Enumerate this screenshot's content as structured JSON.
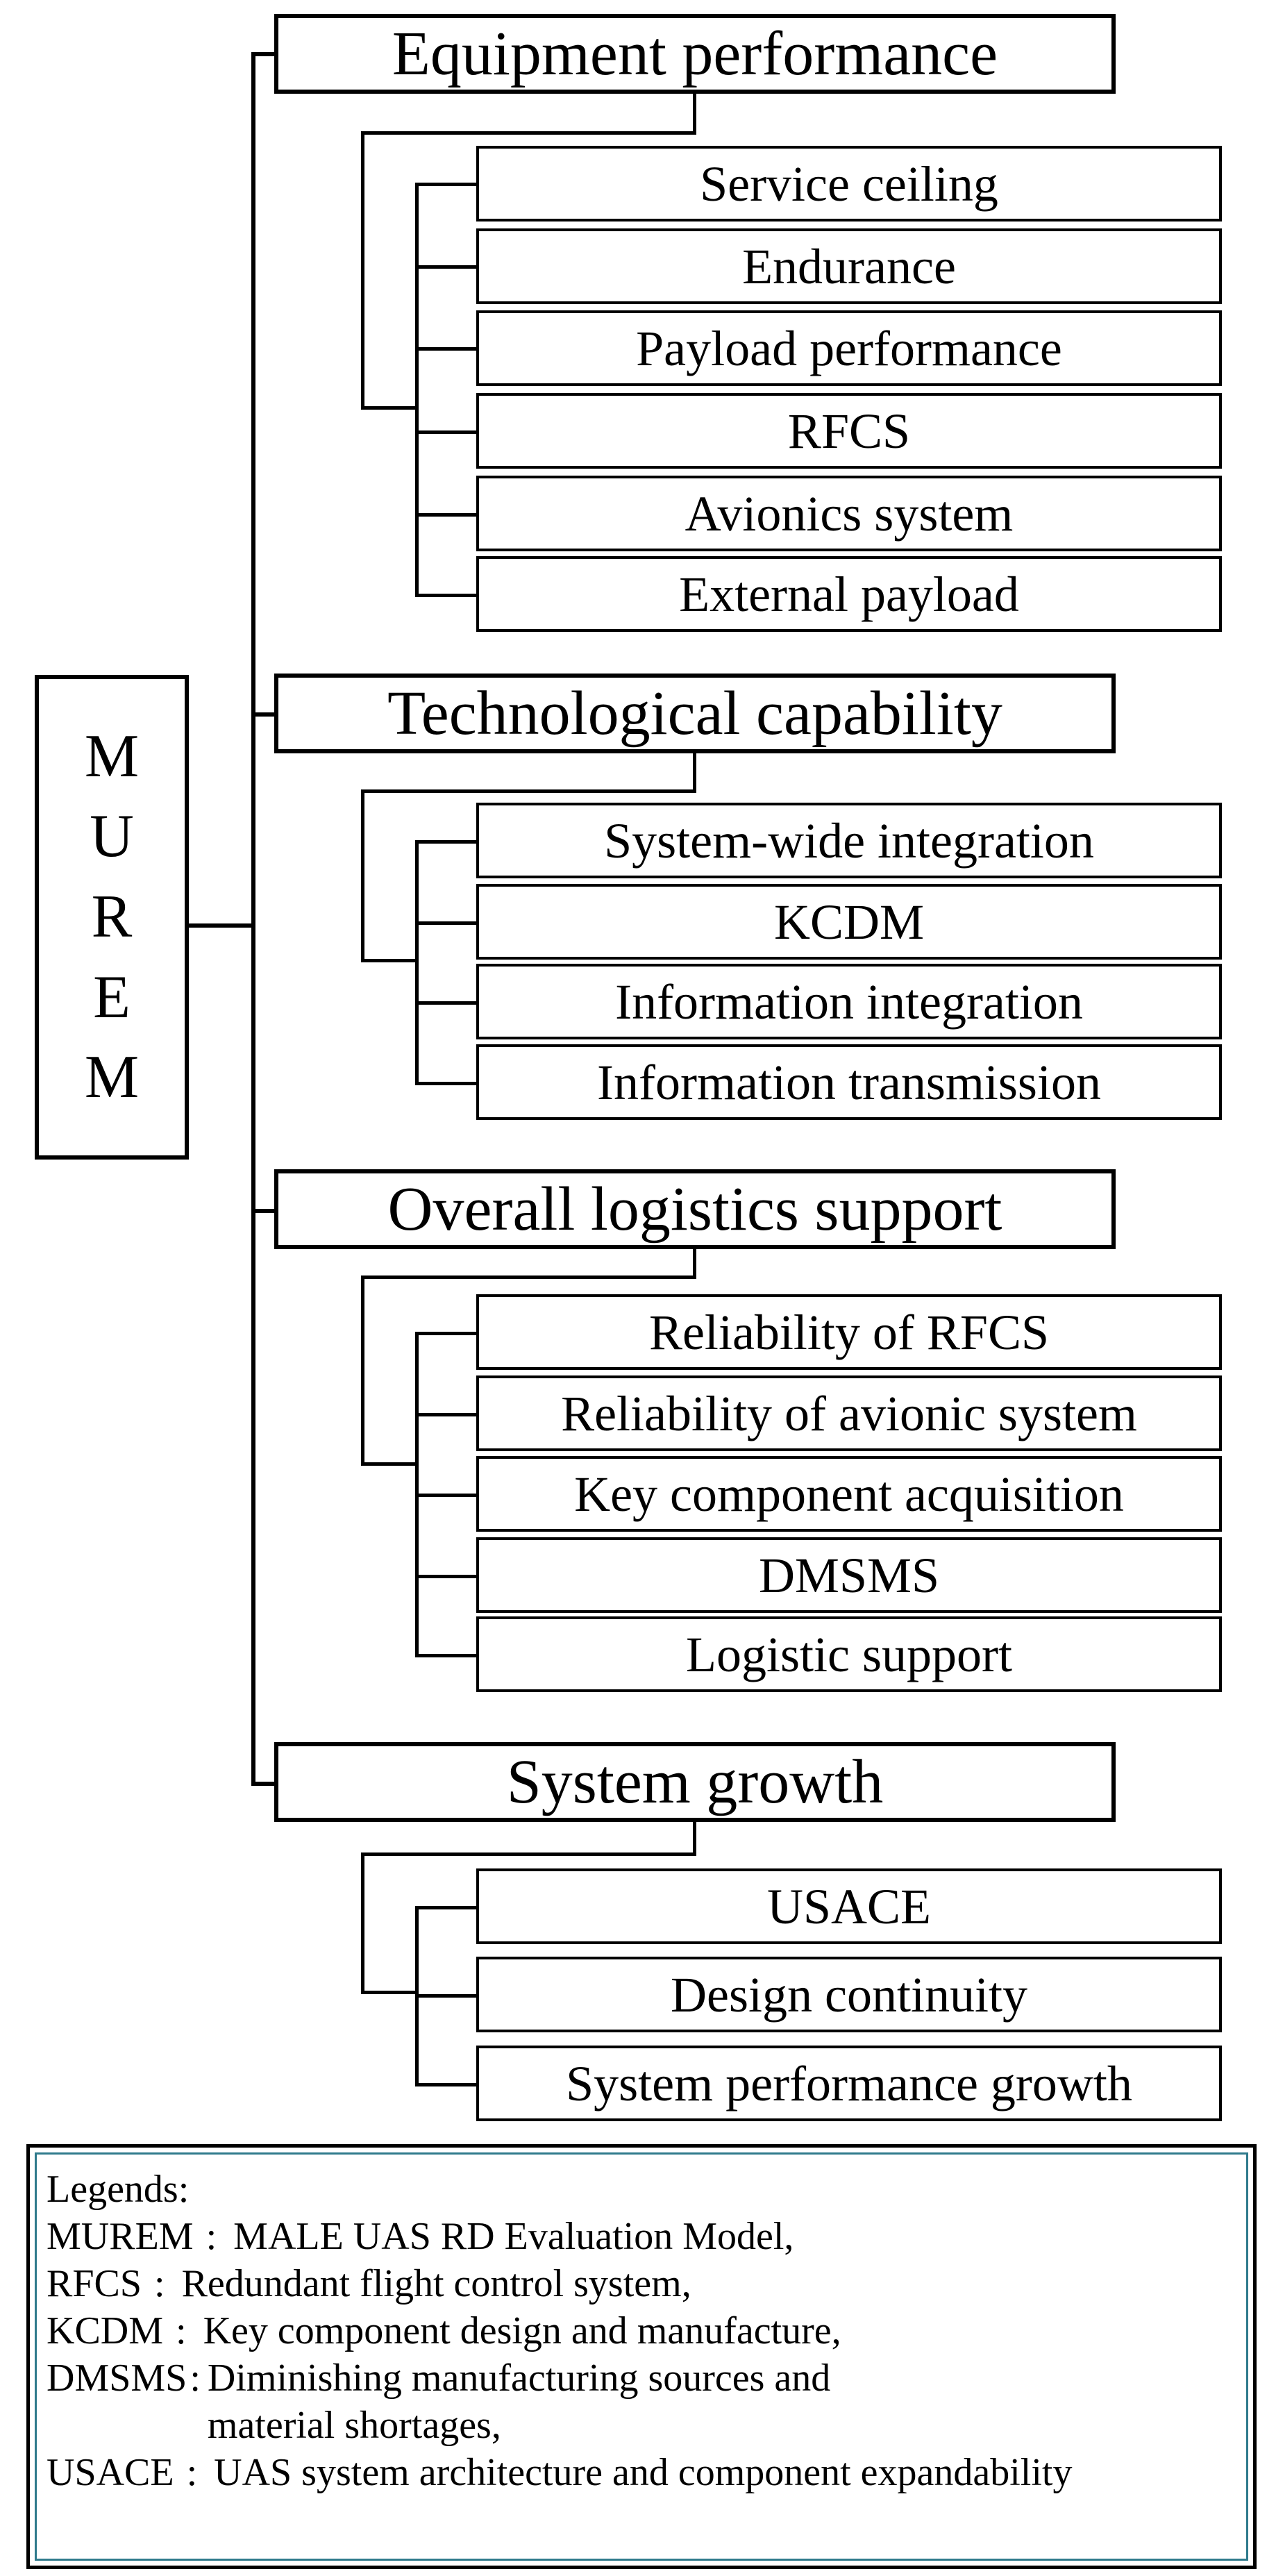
{
  "diagram": {
    "root": {
      "letters": [
        "M",
        "U",
        "R",
        "E",
        "M"
      ]
    },
    "categories": [
      {
        "label": "Equipment performance",
        "items": [
          "Service ceiling",
          "Endurance",
          "Payload performance",
          "RFCS",
          "Avionics system",
          "External payload"
        ]
      },
      {
        "label": "Technological capability",
        "items": [
          "System-wide integration",
          "KCDM",
          "Information integration",
          "Information transmission"
        ]
      },
      {
        "label": "Overall logistics support",
        "items": [
          "Reliability of RFCS",
          "Reliability of avionic system",
          "Key component acquisition",
          "DMSMS",
          "Logistic support"
        ]
      },
      {
        "label": "System growth",
        "items": [
          "USACE",
          "Design continuity",
          "System performance growth"
        ]
      }
    ]
  },
  "legend": {
    "heading": "Legends:",
    "separator": ":",
    "entries": [
      {
        "term": "MUREM",
        "definition": "MALE UAS RD Evaluation Model,"
      },
      {
        "term": "RFCS",
        "definition": "Redundant flight control system,"
      },
      {
        "term": "KCDM",
        "definition": "Key component design and manufacture,"
      },
      {
        "term": "DMSMS",
        "definition": "Diminishing manufacturing sources and material shortages,"
      },
      {
        "term": "USACE",
        "definition": "UAS system architecture and component expandability"
      }
    ]
  }
}
